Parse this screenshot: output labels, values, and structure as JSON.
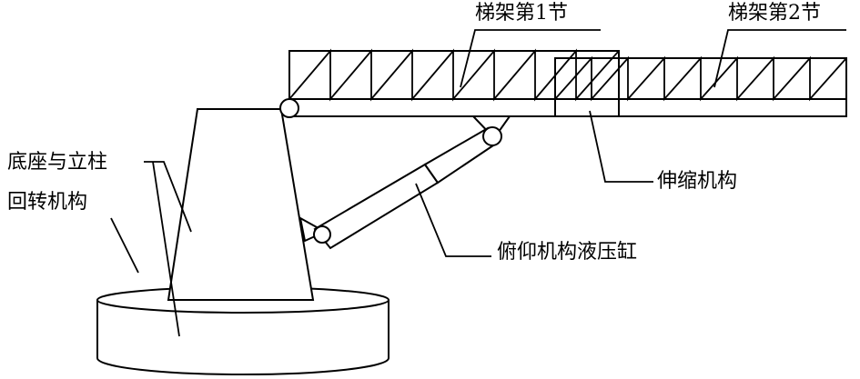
{
  "labels": {
    "section1": "梯架第1节",
    "section2": "梯架第2节",
    "telescopic": "伸缩机构",
    "base_column": "底座与立柱",
    "slewing": "回转机构",
    "luffing_cylinder": "俯仰机构液压缸"
  },
  "colors": {
    "line": "#000000",
    "background": "#ffffff"
  }
}
